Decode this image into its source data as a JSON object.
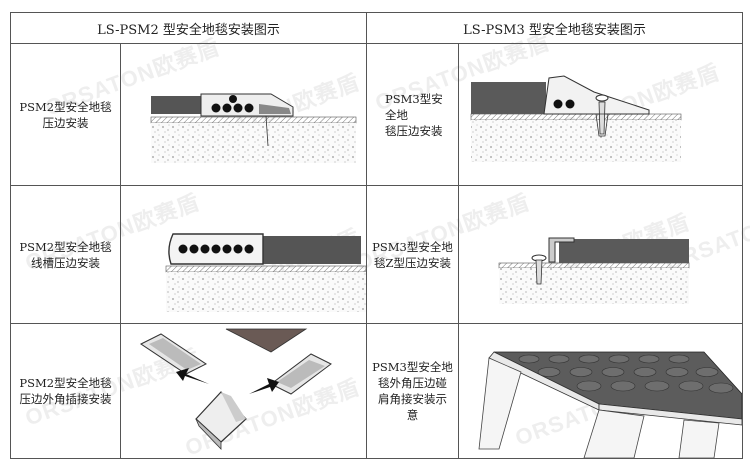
{
  "header": {
    "left": "LS-PSM2 型安全地毯安装图示",
    "right": "LS-PSM3 型安全地毯安装图示"
  },
  "rows": [
    {
      "left_label_lines": [
        "PSM2型安全地毯",
        "压边安装"
      ],
      "right_label_lines": [
        "PSM3型安全地",
        "毯压边安装"
      ]
    },
    {
      "left_label_lines": [
        "PSM2型安全地毯",
        "线槽压边安装"
      ],
      "right_label_lines": [
        "PSM3型安全地",
        "毯Z型压边安装"
      ]
    },
    {
      "left_label_lines": [
        "PSM2型安全地毯",
        "压边外角插接安装"
      ],
      "right_label_lines": [
        "PSM3型安全地",
        "毯外角压边碰",
        "肩角接安装示",
        "意"
      ]
    }
  ],
  "watermark": "ORSATON欧赛盾"
}
